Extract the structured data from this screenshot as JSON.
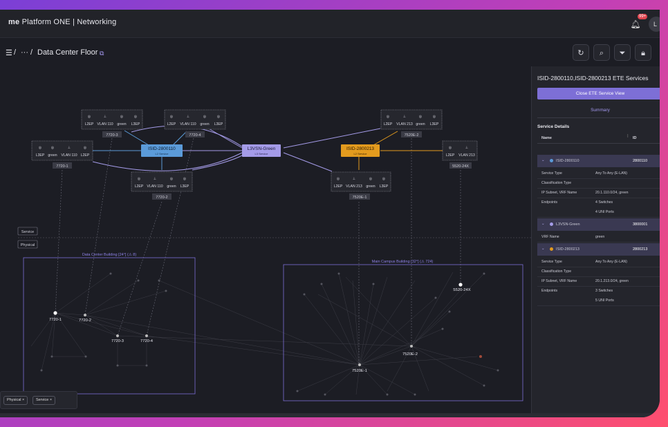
{
  "app": {
    "brand_prefix": "me",
    "brand_rest": "Platform ONE | Networking",
    "notif_count": "99+",
    "avatar": "L"
  },
  "breadcrumb": {
    "menu": "☰",
    "sep1": "/",
    "ellipsis": "···",
    "sep2": "/",
    "title": "Data Center Floor"
  },
  "toolbar": [
    "refresh-icon",
    "search-icon",
    "filter-icon",
    "lock-icon",
    "more-icon"
  ],
  "layers": {
    "service": "Service",
    "physical": "Physical"
  },
  "buildings": {
    "dc": "Data Center Building [24°] (⚠ 8)",
    "main": "Main Campus Building [32°] (⚠ 724)"
  },
  "services": [
    {
      "name": "ISID-2800110",
      "type": "L2 Service",
      "color": "#5b9bd9"
    },
    {
      "name": "L3VSN-Green",
      "type": "L3 Service",
      "color": "#a49be8"
    },
    {
      "name": "ISID-2800213",
      "type": "L2 Service",
      "color": "#e39b1e"
    }
  ],
  "endpoint_labels": [
    "L2EP",
    "VLAN 110",
    "green",
    "L3EP",
    "L3EP",
    "green",
    "VLAN 110",
    "L2EP",
    "L2EP",
    "VLAN 110",
    "green",
    "L3EP",
    "L2EP",
    "VLAN 213",
    "green",
    "L3EP",
    "L2EP",
    "VLAN 213",
    "L2EP",
    "VLAN 213",
    "green",
    "L3EP"
  ],
  "switch_tags": [
    "7720-3",
    "7720-4",
    "7720-1",
    "7720-2",
    "7520E-2",
    "5520-24X",
    "7520E-1"
  ],
  "physical_nodes": [
    "7720-1",
    "7720-2",
    "7720-3",
    "7720-4",
    "7520E-1",
    "7520E-2",
    "5520-24X"
  ],
  "filters": [
    "Physical",
    "Service"
  ],
  "panel": {
    "title": "ISID-2800110,ISID-2800213 ETE Services",
    "close_button": "Close ETE Service View",
    "tab": "Summary",
    "section": "Service Details",
    "col_name": "Name",
    "col_id": "ID",
    "groups": [
      {
        "name": "ISID-2800110",
        "id": "2800110",
        "color": "#5b9bd9",
        "rows": [
          [
            "Service Type",
            "Any To Any (E-LAN)"
          ],
          [
            "Classification Type",
            ""
          ],
          [
            "IP Subnet, VRF Name",
            "20.1.110.0/24, green"
          ],
          [
            "Endpoints",
            "4 Switches"
          ],
          [
            "",
            "4 UNI Ports"
          ]
        ]
      },
      {
        "name": "L3VSN-Green",
        "id": "3800001",
        "color": "#a49be8",
        "rows": [
          [
            "VRF Name",
            "green"
          ]
        ]
      },
      {
        "name": "ISID-2800213",
        "id": "2800213",
        "color": "#e39b1e",
        "rows": [
          [
            "Service Type",
            "Any To Any (E-LAN)"
          ],
          [
            "Classification Type",
            ""
          ],
          [
            "IP Subnet, VRF Name",
            "20.1.213.0/24, green"
          ],
          [
            "Endpoints",
            "3 Switches"
          ],
          [
            "",
            "5 UNI Ports"
          ]
        ]
      }
    ]
  },
  "colors": {
    "accent": "#7d6fd6",
    "l2blue": "#5b9bd9",
    "l2orange": "#e39b1e",
    "l3purple": "#a49be8"
  }
}
